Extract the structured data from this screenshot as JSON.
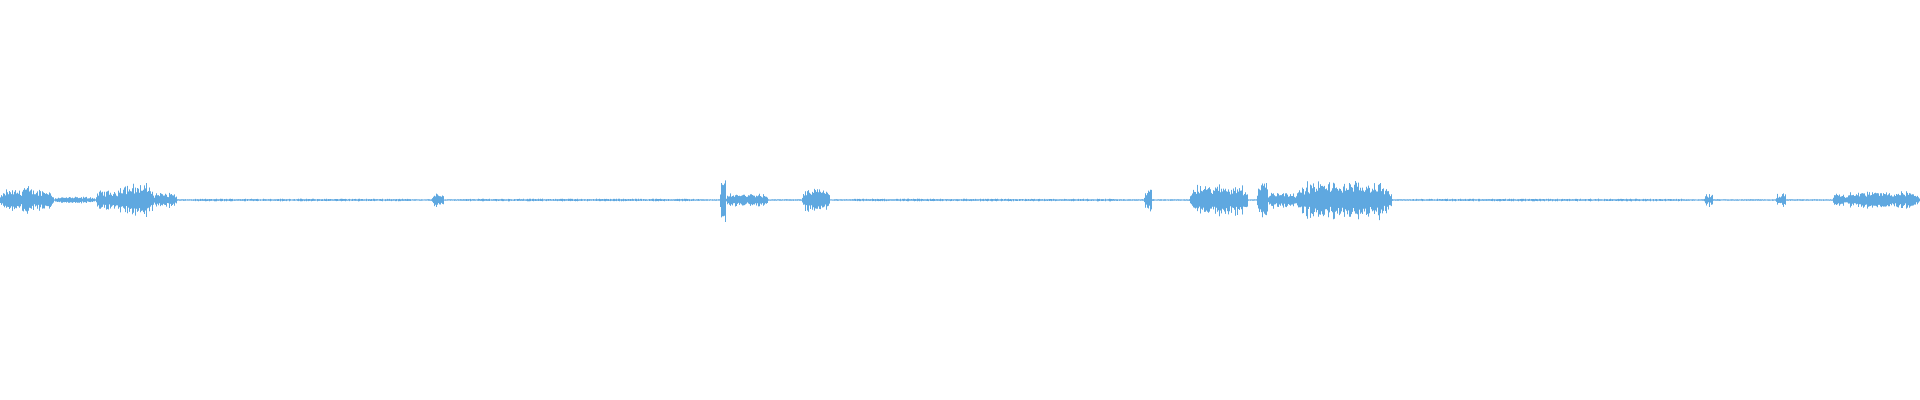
{
  "waveform": {
    "color": "#5fa8e0",
    "background": "#ffffff",
    "note": "",
    "segments": [
      {
        "start": 0.0,
        "end": 0.028,
        "amp": 0.05
      },
      {
        "start": 0.011,
        "end": 0.015,
        "amp": 0.07
      },
      {
        "start": 0.028,
        "end": 0.05,
        "amp": 0.015
      },
      {
        "start": 0.05,
        "end": 0.06,
        "amp": 0.045
      },
      {
        "start": 0.06,
        "end": 0.08,
        "amp": 0.075
      },
      {
        "start": 0.08,
        "end": 0.092,
        "amp": 0.035
      },
      {
        "start": 0.092,
        "end": 0.225,
        "amp": 0.006
      },
      {
        "start": 0.225,
        "end": 0.231,
        "amp": 0.03
      },
      {
        "start": 0.231,
        "end": 0.375,
        "amp": 0.006
      },
      {
        "start": 0.375,
        "end": 0.378,
        "amp": 0.14
      },
      {
        "start": 0.378,
        "end": 0.4,
        "amp": 0.03
      },
      {
        "start": 0.418,
        "end": 0.432,
        "amp": 0.05
      },
      {
        "start": 0.432,
        "end": 0.596,
        "amp": 0.006
      },
      {
        "start": 0.596,
        "end": 0.6,
        "amp": 0.05
      },
      {
        "start": 0.62,
        "end": 0.65,
        "amp": 0.07
      },
      {
        "start": 0.655,
        "end": 0.66,
        "amp": 0.09
      },
      {
        "start": 0.66,
        "end": 0.675,
        "amp": 0.04
      },
      {
        "start": 0.675,
        "end": 0.725,
        "amp": 0.085
      },
      {
        "start": 0.725,
        "end": 0.89,
        "amp": 0.006
      },
      {
        "start": 0.888,
        "end": 0.892,
        "amp": 0.03
      },
      {
        "start": 0.925,
        "end": 0.93,
        "amp": 0.03
      },
      {
        "start": 0.955,
        "end": 0.96,
        "amp": 0.04
      },
      {
        "start": 0.96,
        "end": 1.0,
        "amp": 0.04
      }
    ]
  }
}
